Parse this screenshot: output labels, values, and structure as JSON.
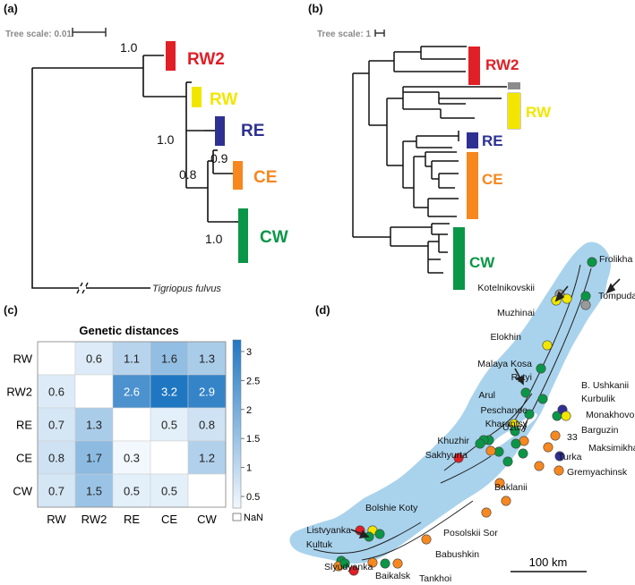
{
  "panels": {
    "a": "(a)",
    "b": "(b)",
    "c": "(c)",
    "d": "(d)"
  },
  "tree_a": {
    "scale_label": "Tree scale: 0.01",
    "clades": [
      {
        "label": "RW2",
        "color": "#e01f26"
      },
      {
        "label": "RW",
        "color": "#f2e600"
      },
      {
        "label": "RE",
        "color": "#2e3192"
      },
      {
        "label": "CE",
        "color": "#f7871f"
      },
      {
        "label": "CW",
        "color": "#0a9647"
      }
    ],
    "support": [
      "1.0",
      "1.0",
      "0.9",
      "0.8",
      "1.0"
    ],
    "outgroup": "Tigriopus fulvus"
  },
  "tree_b": {
    "scale_label": "Tree scale: 1",
    "clades": [
      {
        "label": "RW2",
        "color": "#e01f26"
      },
      {
        "label": "RW",
        "color": "#f2e600"
      },
      {
        "label": "RE",
        "color": "#2e3192"
      },
      {
        "label": "CE",
        "color": "#f7871f"
      },
      {
        "label": "CW",
        "color": "#0a9647"
      }
    ],
    "gray_color": "#8c8c8c"
  },
  "chart_data": {
    "type": "heatmap",
    "title": "Genetic distances",
    "rows": [
      "RW",
      "RW2",
      "RE",
      "CE",
      "CW"
    ],
    "columns": [
      "RW",
      "RW2",
      "RE",
      "CE",
      "CW"
    ],
    "values": [
      [
        null,
        0.6,
        1.1,
        1.6,
        1.3
      ],
      [
        0.6,
        null,
        2.6,
        3.2,
        2.9
      ],
      [
        0.7,
        1.3,
        null,
        0.5,
        0.8
      ],
      [
        0.8,
        1.7,
        0.3,
        null,
        1.2
      ],
      [
        0.7,
        1.5,
        0.5,
        0.5,
        null
      ]
    ],
    "colorbar": {
      "range": [
        0.3,
        3.2
      ],
      "ticks": [
        "3",
        "2.5",
        "2",
        "1.5",
        "1",
        "0.5"
      ],
      "tick_values": [
        3,
        2.5,
        2,
        1.5,
        1,
        0.5
      ]
    },
    "nan_label": "NaN"
  },
  "map": {
    "scale_label": "100 km",
    "colors": {
      "lake": "#a9d3ec",
      "green": "#0a9647",
      "yellow": "#f2e600",
      "red": "#e01f26",
      "orange": "#f7871f",
      "blue": "#2e3192",
      "gray": "#9a9a9a"
    },
    "sites": [
      "Frolikha",
      "Kotelnikovskii",
      "Tompuda",
      "Muzhinai",
      "Elokhin",
      "Malaya Kosa",
      "Rytyi",
      "B. Ushkanii",
      "Kurbulik",
      "Arul",
      "Monakhovo",
      "Barguzin",
      "Peschanoe",
      "Kharantsy",
      "Maksimikha",
      "Khuzhir",
      "Uzury",
      "33",
      "Sakhyurta",
      "Turka",
      "Gremyachinsk",
      "Baklanii",
      "Bolshie Koty",
      "Listvyanka",
      "Posolskii Sor",
      "Kultuk",
      "Babushkin",
      "Slyudyanka",
      "Baikalsk",
      "Tankhoi"
    ]
  }
}
